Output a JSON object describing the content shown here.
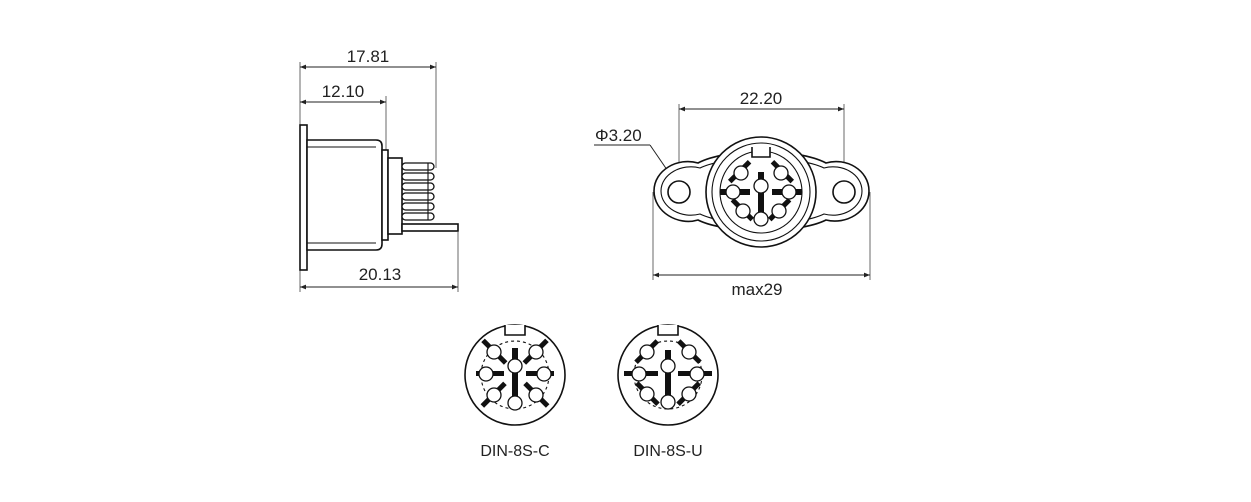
{
  "side_view": {
    "dim_overall_length": "17.81",
    "dim_body_length": "12.10",
    "dim_total_length": "20.13"
  },
  "front_view": {
    "dim_hole_spacing": "22.20",
    "dim_hole_diameter": "Φ3.20",
    "dim_flange_width": "max29"
  },
  "variants": [
    {
      "label": "DIN-8S-C"
    },
    {
      "label": "DIN-8S-U"
    }
  ]
}
